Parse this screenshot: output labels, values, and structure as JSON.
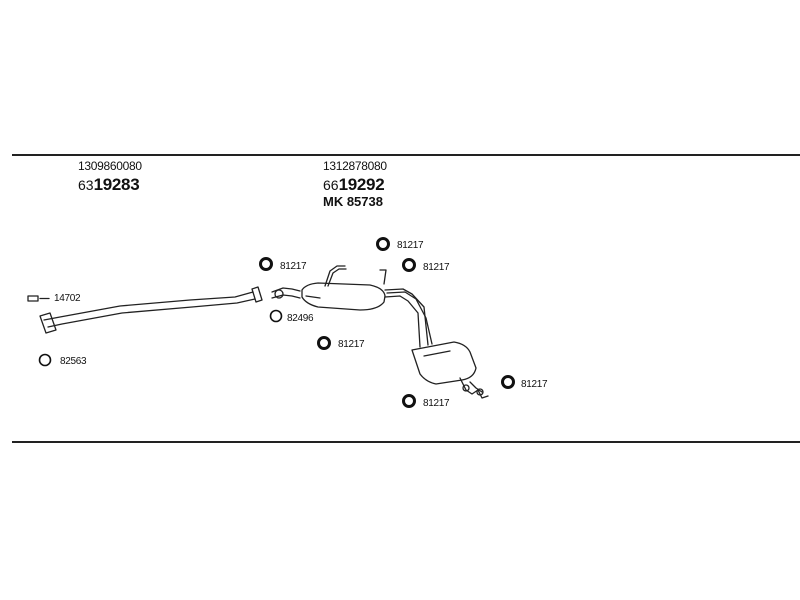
{
  "left_group": {
    "oe_number": "1309860080",
    "code_prefix": "63",
    "code_main": "19283"
  },
  "right_group": {
    "oe_number": "1312878080",
    "code_prefix": "66",
    "code_main": "19292",
    "mk_number": "MK 85738"
  },
  "parts": {
    "gasket_front": "14702",
    "clamp_front": "82563",
    "ring_a": "81217",
    "ring_b": "82496",
    "ring_c": "81217",
    "ring_d": "81217",
    "ring_e": "81217",
    "ring_f": "81217",
    "ring_g": "81217"
  },
  "colors": {
    "line": "#222222",
    "background": "#ffffff"
  }
}
